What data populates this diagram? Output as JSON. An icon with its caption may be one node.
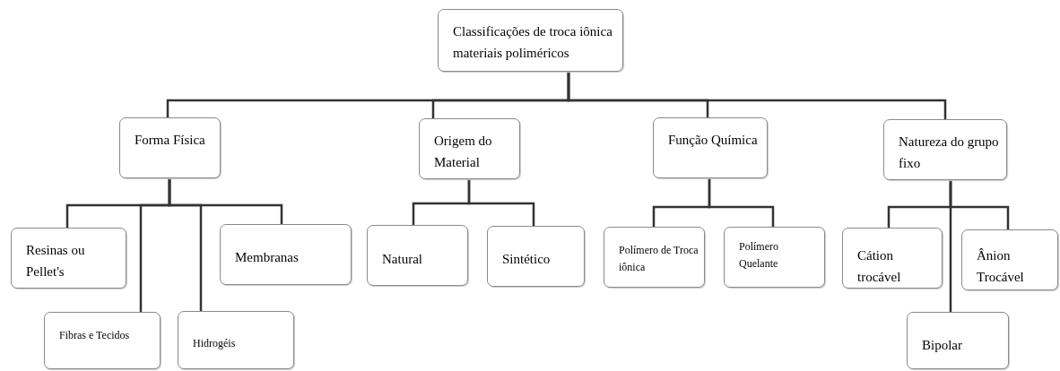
{
  "diagram": {
    "nodes": [
      {
        "text": [
          "Classificações de troca iônica materiais poliméricos"
        ]
      },
      {
        "text": [
          "Forma Física"
        ]
      },
      {
        "text": [
          "Origem do Material"
        ]
      },
      {
        "text": [
          "Função Química"
        ]
      },
      {
        "text": [
          "Natureza do grupo fixo"
        ]
      },
      {
        "text": [
          "Resinas ou Pellet's"
        ]
      },
      {
        "text": [
          "Fibras e Tecidos"
        ]
      },
      {
        "text": [
          "Hidrogéis"
        ]
      },
      {
        "text": [
          "Membranas"
        ]
      },
      {
        "text": [
          "Natural"
        ]
      },
      {
        "text": [
          "Sintético"
        ]
      },
      {
        "text": [
          "Polímero de Troca iônica"
        ]
      },
      {
        "text": [
          "Polímero Quelante"
        ]
      },
      {
        "text": [
          "Cátion trocável"
        ]
      },
      {
        "text": [
          "Ânion Trocável"
        ]
      },
      {
        "text": [
          "Bipolar"
        ]
      }
    ],
    "edges": [
      {
        "from": 0,
        "to": 1,
        "arrow": "none"
      },
      {
        "from": 0,
        "to": 2,
        "arrow": "none"
      },
      {
        "from": 0,
        "to": 3,
        "arrow": "none"
      },
      {
        "from": 0,
        "to": 4,
        "arrow": "none"
      },
      {
        "from": 1,
        "to": 5,
        "arrow": "none"
      },
      {
        "from": 1,
        "to": 6,
        "arrow": "none"
      },
      {
        "from": 1,
        "to": 7,
        "arrow": "none"
      },
      {
        "from": 1,
        "to": 8,
        "arrow": "none"
      },
      {
        "from": 2,
        "to": 9,
        "arrow": "none"
      },
      {
        "from": 2,
        "to": 10,
        "arrow": "none"
      },
      {
        "from": 3,
        "to": 11,
        "arrow": "none"
      },
      {
        "from": 3,
        "to": 12,
        "arrow": "none"
      },
      {
        "from": 4,
        "to": 13,
        "arrow": "none"
      },
      {
        "from": 4,
        "to": 14,
        "arrow": "none"
      },
      {
        "from": 4,
        "to": 15,
        "arrow": "none"
      }
    ]
  }
}
